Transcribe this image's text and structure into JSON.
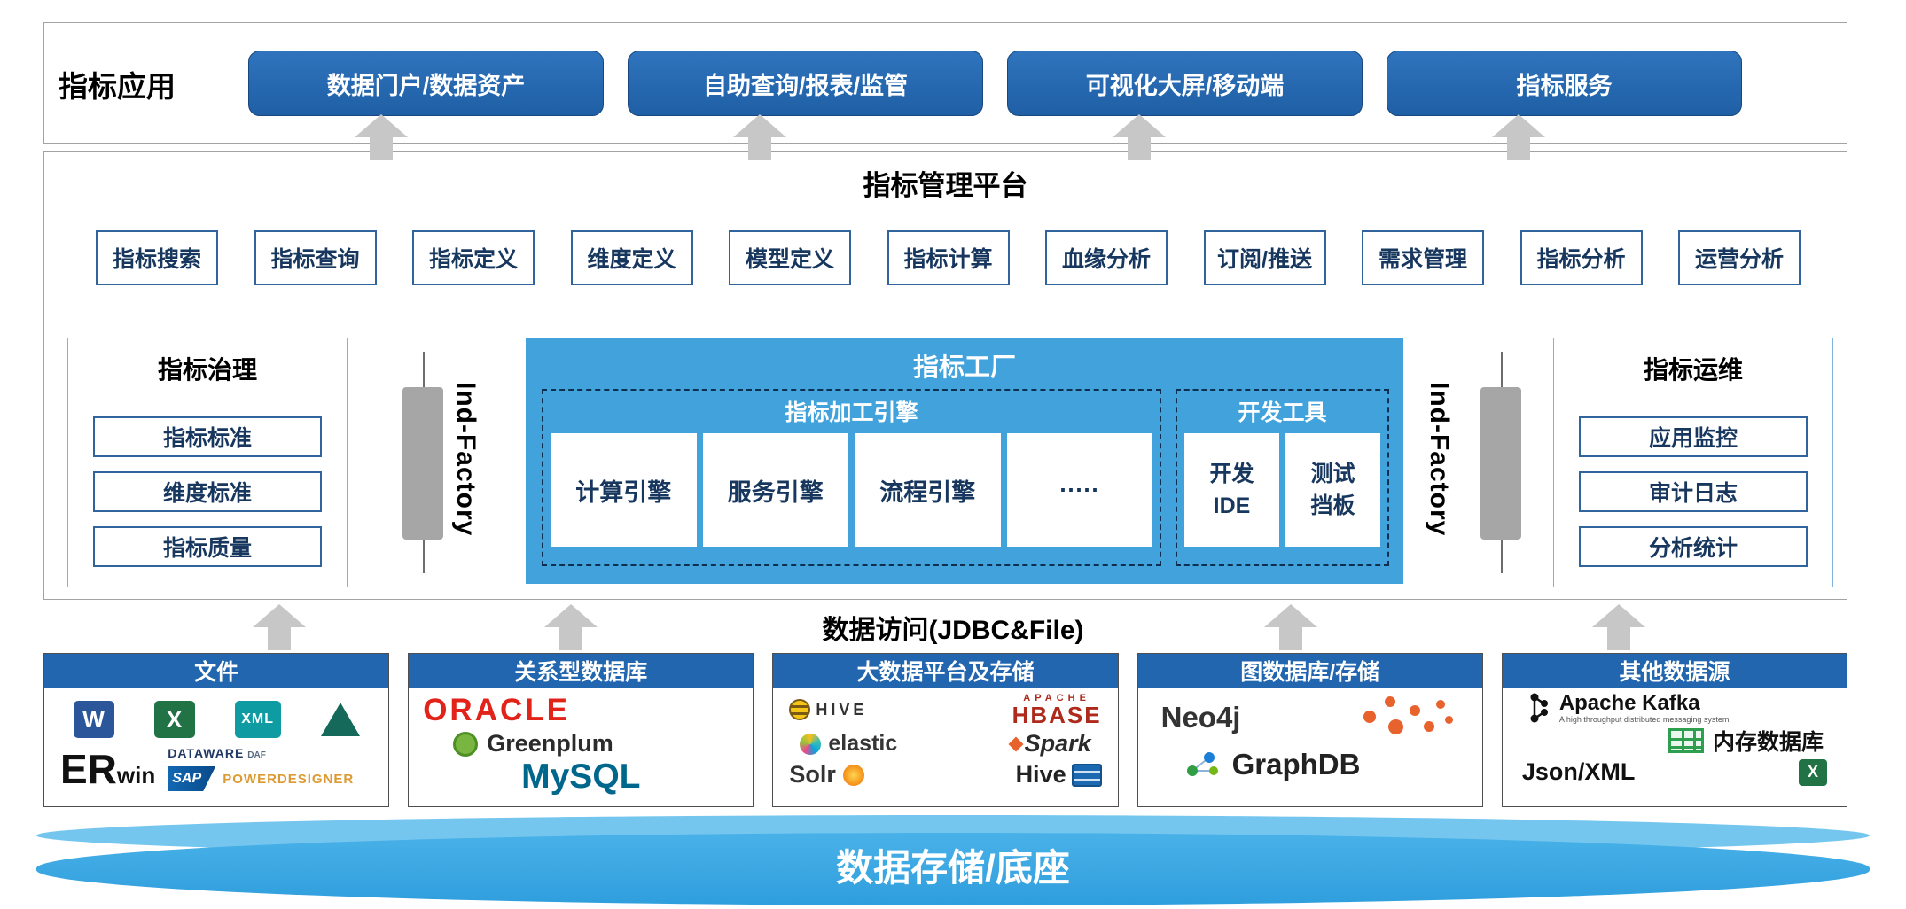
{
  "colors": {
    "primary_blue": "#2166ae",
    "factory_blue": "#41a2dc",
    "storage_blue": "#45b1e9",
    "arrow_gray": "#c7c7c7"
  },
  "app_layer": {
    "label": "指标应用",
    "buttons": [
      "数据门户/数据资产",
      "自助查询/报表/监管",
      "可视化大屏/移动端",
      "指标服务"
    ]
  },
  "platform": {
    "title": "指标管理平台",
    "modules": [
      "指标搜索",
      "指标查询",
      "指标定义",
      "维度定义",
      "模型定义",
      "指标计算",
      "血缘分析",
      "订阅/推送",
      "需求管理",
      "指标分析",
      "运营分析"
    ],
    "side_label_left": "Ind-Factory",
    "side_label_right": "Ind-Factory",
    "governance": {
      "title": "指标治理",
      "items": [
        "指标标准",
        "维度标准",
        "指标质量"
      ]
    },
    "factory": {
      "title": "指标工厂",
      "engine_group": {
        "title": "指标加工引擎",
        "engines": [
          "计算引擎",
          "服务引擎",
          "流程引擎",
          "·····"
        ]
      },
      "dev_group": {
        "title": "开发工具",
        "tools": [
          [
            "开发",
            "IDE"
          ],
          [
            "测试",
            "挡板"
          ]
        ]
      }
    },
    "ops": {
      "title": "指标运维",
      "items": [
        "应用监控",
        "审计日志",
        "分析统计"
      ]
    }
  },
  "data_access_label": "数据访问(JDBC&File)",
  "datasources": {
    "files": {
      "title": "文件"
    },
    "rdbms": {
      "title": "关系型数据库"
    },
    "bigdata": {
      "title": "大数据平台及存储"
    },
    "graph": {
      "title": "图数据库/存储"
    },
    "other": {
      "title": "其他数据源"
    }
  },
  "logos": {
    "word": "W",
    "excel": "X",
    "xml": "XML",
    "er": "ER",
    "win": "win",
    "dataware": "DATAWARE",
    "daf": "DAF",
    "sap": "SAP",
    "powerdesigner": "POWERDESIGNER",
    "oracle": "ORACLE",
    "greenplum": "Greenplum",
    "mysql": "MySQL",
    "apache": "APACHE",
    "hive_caps": "HIVE",
    "hbase": "HBASE",
    "elastic": "elastic",
    "spark": "Spark",
    "solr": "Solr",
    "hive": "Hive",
    "neo4j": "Neo4j",
    "graphdb": "GraphDB",
    "kafka": "Apache Kafka",
    "kafka_tagline": "A high throughput distributed messaging system.",
    "memdb": "内存数据库",
    "jsonxml": "Json/XML"
  },
  "storage_label": "数据存储/底座"
}
